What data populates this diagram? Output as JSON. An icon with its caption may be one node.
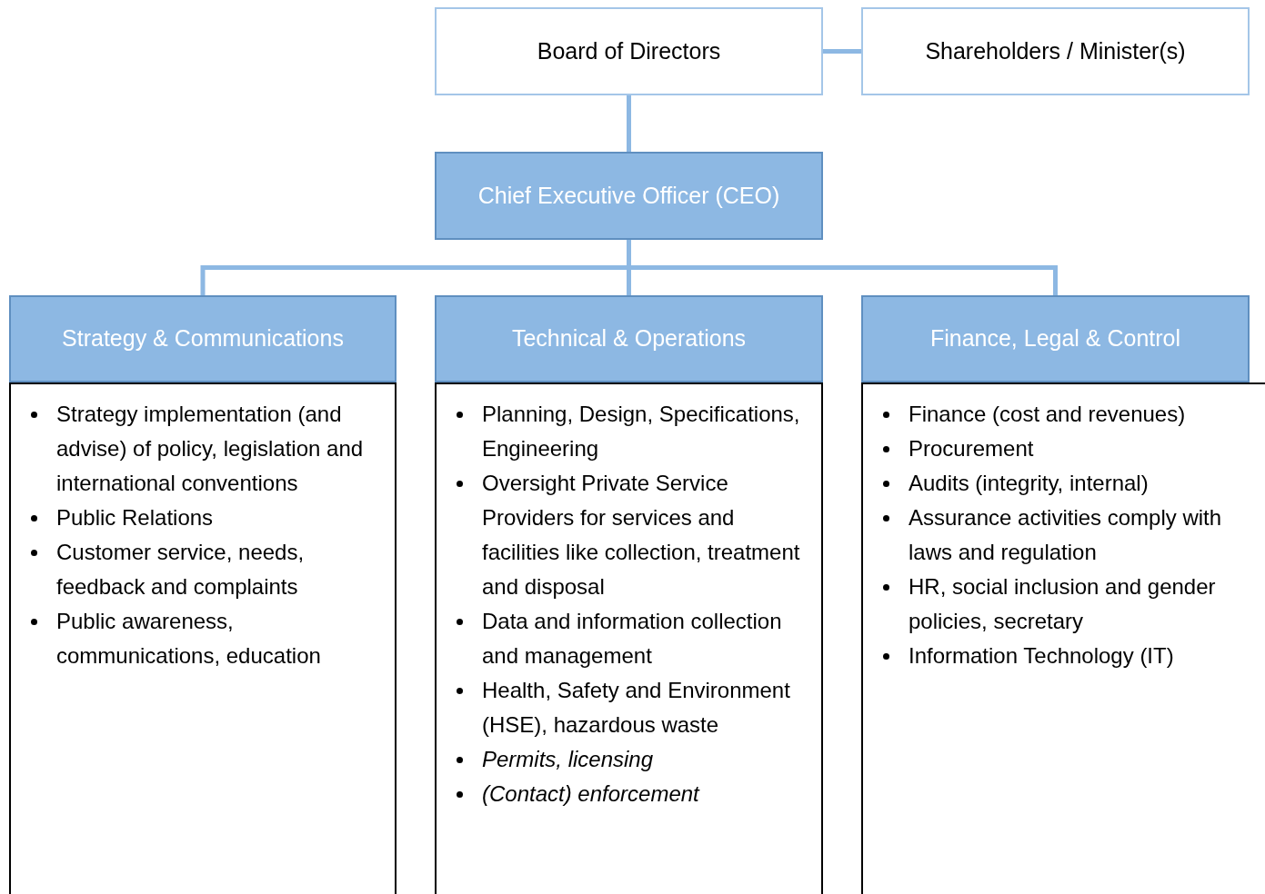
{
  "diagram": {
    "nodes": [
      {
        "text": [
          "Board of Directors"
        ]
      },
      {
        "text": [
          "Shareholders / Minister(s)"
        ]
      },
      {
        "text": [
          "Chief Executive Officer (CEO)"
        ]
      },
      {
        "text": [
          "Strategy & Communications"
        ]
      },
      {
        "text": [
          "Strategy implementation (and advise) of policy, legislation and international conventions",
          "Public Relations",
          "Customer service, needs, feedback and complaints",
          "Public awareness, communications, education"
        ]
      },
      {
        "text": [
          "Technical & Operations"
        ]
      },
      {
        "text": [
          "Planning, Design, Specifications, Engineering",
          "Oversight Private Service Providers for services and facilities like collection, treatment and disposal",
          "Data and information collection and management",
          "Health, Safety and Environment (HSE), hazardous waste",
          "*Permits, licensing*",
          "*(Contact) enforcement*"
        ]
      },
      {
        "text": [
          "Finance, Legal & Control"
        ]
      },
      {
        "text": [
          "Finance (cost and revenues)",
          "Procurement",
          "Audits (integrity, internal)",
          "Assurance activities comply with laws and regulation",
          "HR, social inclusion and gender policies, secretary",
          "Information Technology (IT)"
        ]
      }
    ],
    "edges": [
      {
        "from": 0,
        "to": 1,
        "arrow": "none"
      },
      {
        "from": 0,
        "to": 2,
        "arrow": "none"
      },
      {
        "from": 2,
        "to": 3,
        "arrow": "none"
      },
      {
        "from": 2,
        "to": 5,
        "arrow": "none"
      },
      {
        "from": 2,
        "to": 7,
        "arrow": "none"
      }
    ]
  }
}
